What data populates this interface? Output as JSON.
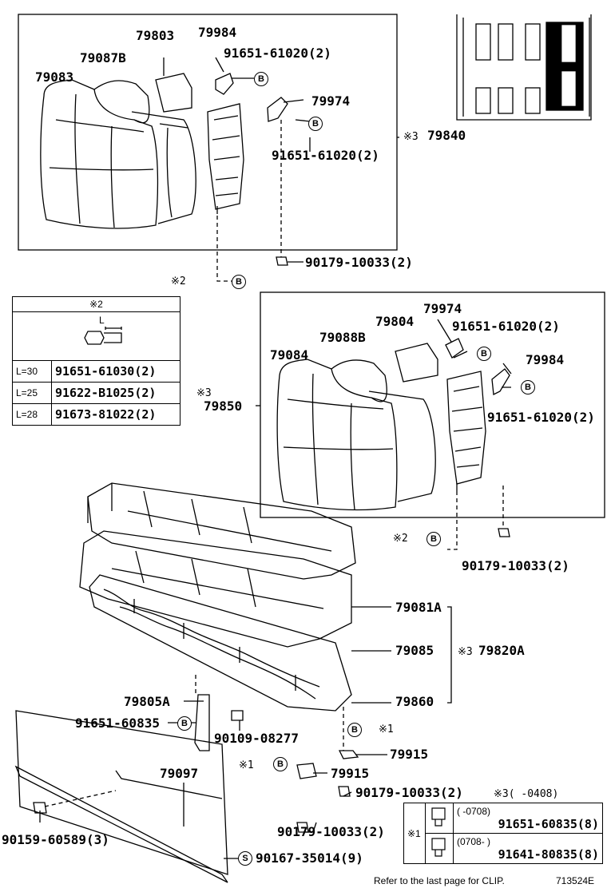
{
  "callouts": {
    "p79803": "79803",
    "p79984_top": "79984",
    "p91651_61020_a": "91651-61020(2)",
    "p79087B": "79087B",
    "p79083": "79083",
    "p79974_top": "79974",
    "p91651_61020_b": "91651-61020(2)",
    "note3_79840": "※3",
    "p79840": "79840",
    "p90179_a": "90179-10033(2)",
    "note2_a": "※2",
    "p79974_mid": "79974",
    "p79804": "79804",
    "p91651_61020_c": "91651-61020(2)",
    "p79088B": "79088B",
    "p79984_mid": "79984",
    "p79084": "79084",
    "note3_79850": "※3",
    "p79850": "79850",
    "p91651_61020_d": "91651-61020(2)",
    "note2_b": "※2",
    "p90179_b": "90179-10033(2)",
    "p79081A": "79081A",
    "p79085": "79085",
    "note3_79820A": "※3",
    "p79820A": "79820A",
    "p79860": "79860",
    "p79805A": "79805A",
    "p91651_60835": "91651-60835",
    "p90109_08277": "90109-08277",
    "note1_a": "※1",
    "p79915_a": "79915",
    "note1_b": "※1",
    "p79915_b": "79915",
    "p79097": "79097",
    "p90179_c": "90179-10033(2)",
    "note3_range": "※3(      -0408)",
    "p90159": "90159-60589(3)",
    "p90179_d": "90179-10033(2)",
    "p90167": "90167-35014(9)"
  },
  "circle_letters": {
    "b": "B",
    "s": "S"
  },
  "table_note2": {
    "header": "※2",
    "dim": "L",
    "rows": [
      {
        "l": "L=30",
        "part": "91651-61030(2)"
      },
      {
        "l": "L=25",
        "part": "91622-B1025(2)"
      },
      {
        "l": "L=28",
        "part": "91673-81022(2)"
      }
    ]
  },
  "table_note1": {
    "mark": "※1",
    "rows": [
      {
        "range": "(      -0708)",
        "part": "91651-60835(8)"
      },
      {
        "range": "(0708-      )",
        "part": "91641-80835(8)"
      }
    ]
  },
  "footer": {
    "note": "Refer to the last page for CLIP.",
    "code": "713524E"
  }
}
